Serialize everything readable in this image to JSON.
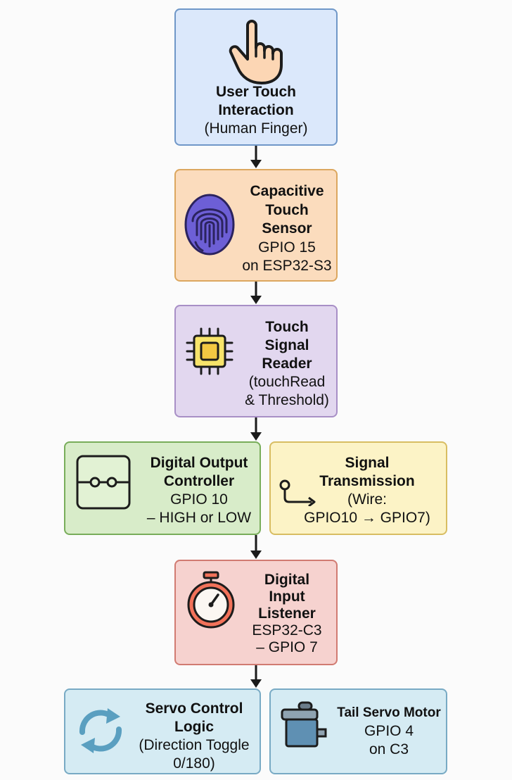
{
  "nodes": {
    "user_touch": {
      "title_lines": [
        "User Touch",
        "Interaction"
      ],
      "sub_lines": [
        "(Human Finger)"
      ],
      "fill": "#dbe8fb",
      "border": "#6f97c8"
    },
    "capacitive_sensor": {
      "title_lines": [
        "Capacitive",
        "Touch",
        "Sensor"
      ],
      "sub_lines": [
        "GPIO 15",
        "on ESP32-S3"
      ],
      "fill": "#fbdcbd",
      "border": "#dca75f"
    },
    "signal_reader": {
      "title_lines": [
        "Touch",
        "Signal",
        "Reader"
      ],
      "sub_lines": [
        "(touchRead",
        "& Threshold)"
      ],
      "fill": "#e2d7ef",
      "border": "#a88fc6"
    },
    "output_controller": {
      "title_lines": [
        "Digital Output",
        "Controller"
      ],
      "sub_lines": [
        "GPIO 10",
        "– HIGH or LOW"
      ],
      "fill": "#d8ecc9",
      "border": "#78ad5a"
    },
    "transmission": {
      "title_lines": [
        "Signal",
        "Transmission"
      ],
      "sub_lines": [
        "(Wire:",
        "GPIO10 → GPIO7)"
      ],
      "fill": "#fcf3c6",
      "border": "#d8bd62"
    },
    "input_listener": {
      "title_lines": [
        "Digital",
        "Input",
        "Listener"
      ],
      "sub_lines": [
        "ESP32-C3",
        "– GPIO 7"
      ],
      "fill": "#f6d2cf",
      "border": "#d17b72"
    },
    "servo_logic": {
      "title_lines": [
        "Servo Control",
        "Logic"
      ],
      "sub_lines": [
        "(Direction Toggle",
        "0/180)"
      ],
      "fill": "#d5ebf3",
      "border": "#78aac4"
    },
    "servo_motor": {
      "title_lines": [
        "Tail Servo Motor"
      ],
      "sub_lines": [
        "GPIO 4",
        "on C3"
      ],
      "fill": "#d5ebf3",
      "border": "#78aac4"
    }
  },
  "icons": {
    "user_touch": "pointing-hand-icon",
    "capacitive_sensor": "fingerprint-icon",
    "signal_reader": "microchip-icon",
    "output_controller": "switch-icon",
    "transmission": "wire-arrow-icon",
    "input_listener": "stopwatch-icon",
    "servo_logic": "rotate-arrows-icon",
    "servo_motor": "servo-motor-icon"
  },
  "colors": {
    "arrow": "#1a1a1a",
    "text": "#111111"
  }
}
